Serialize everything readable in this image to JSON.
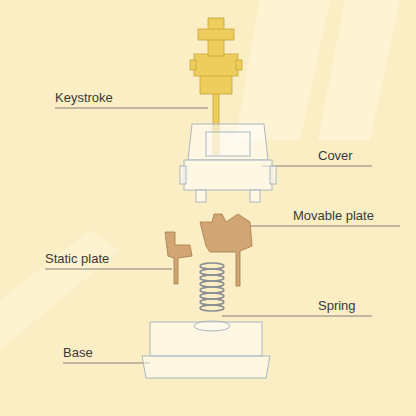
{
  "diagram": {
    "labels": [
      "Keystroke",
      "Cover",
      "Movable plate",
      "Static plate",
      "Spring",
      "Base"
    ]
  }
}
